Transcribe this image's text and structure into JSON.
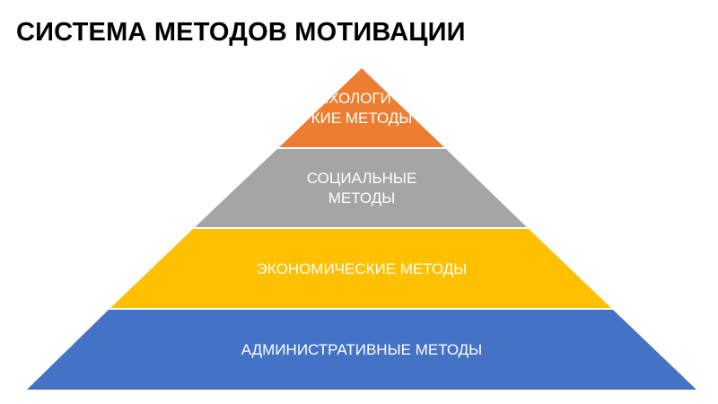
{
  "title": "СИСТЕМА МЕТОДОВ МОТИВАЦИИ",
  "pyramid": {
    "tiers": [
      {
        "lines": [
          "ПСИХОЛОГИЧЕС-",
          "КИЕ МЕТОДЫ"
        ],
        "color": "#ED7D31"
      },
      {
        "lines": [
          "СОЦИАЛЬНЫЕ",
          "МЕТОДЫ"
        ],
        "color": "#A5A5A5"
      },
      {
        "lines": [
          "ЭКОНОМИЧЕСКИЕ МЕТОДЫ"
        ],
        "color": "#FFC000"
      },
      {
        "lines": [
          "АДМИНИСТРАТИВНЫЕ МЕТОДЫ"
        ],
        "color": "#4472C4"
      }
    ],
    "separator_color": "#FFFFFF"
  }
}
